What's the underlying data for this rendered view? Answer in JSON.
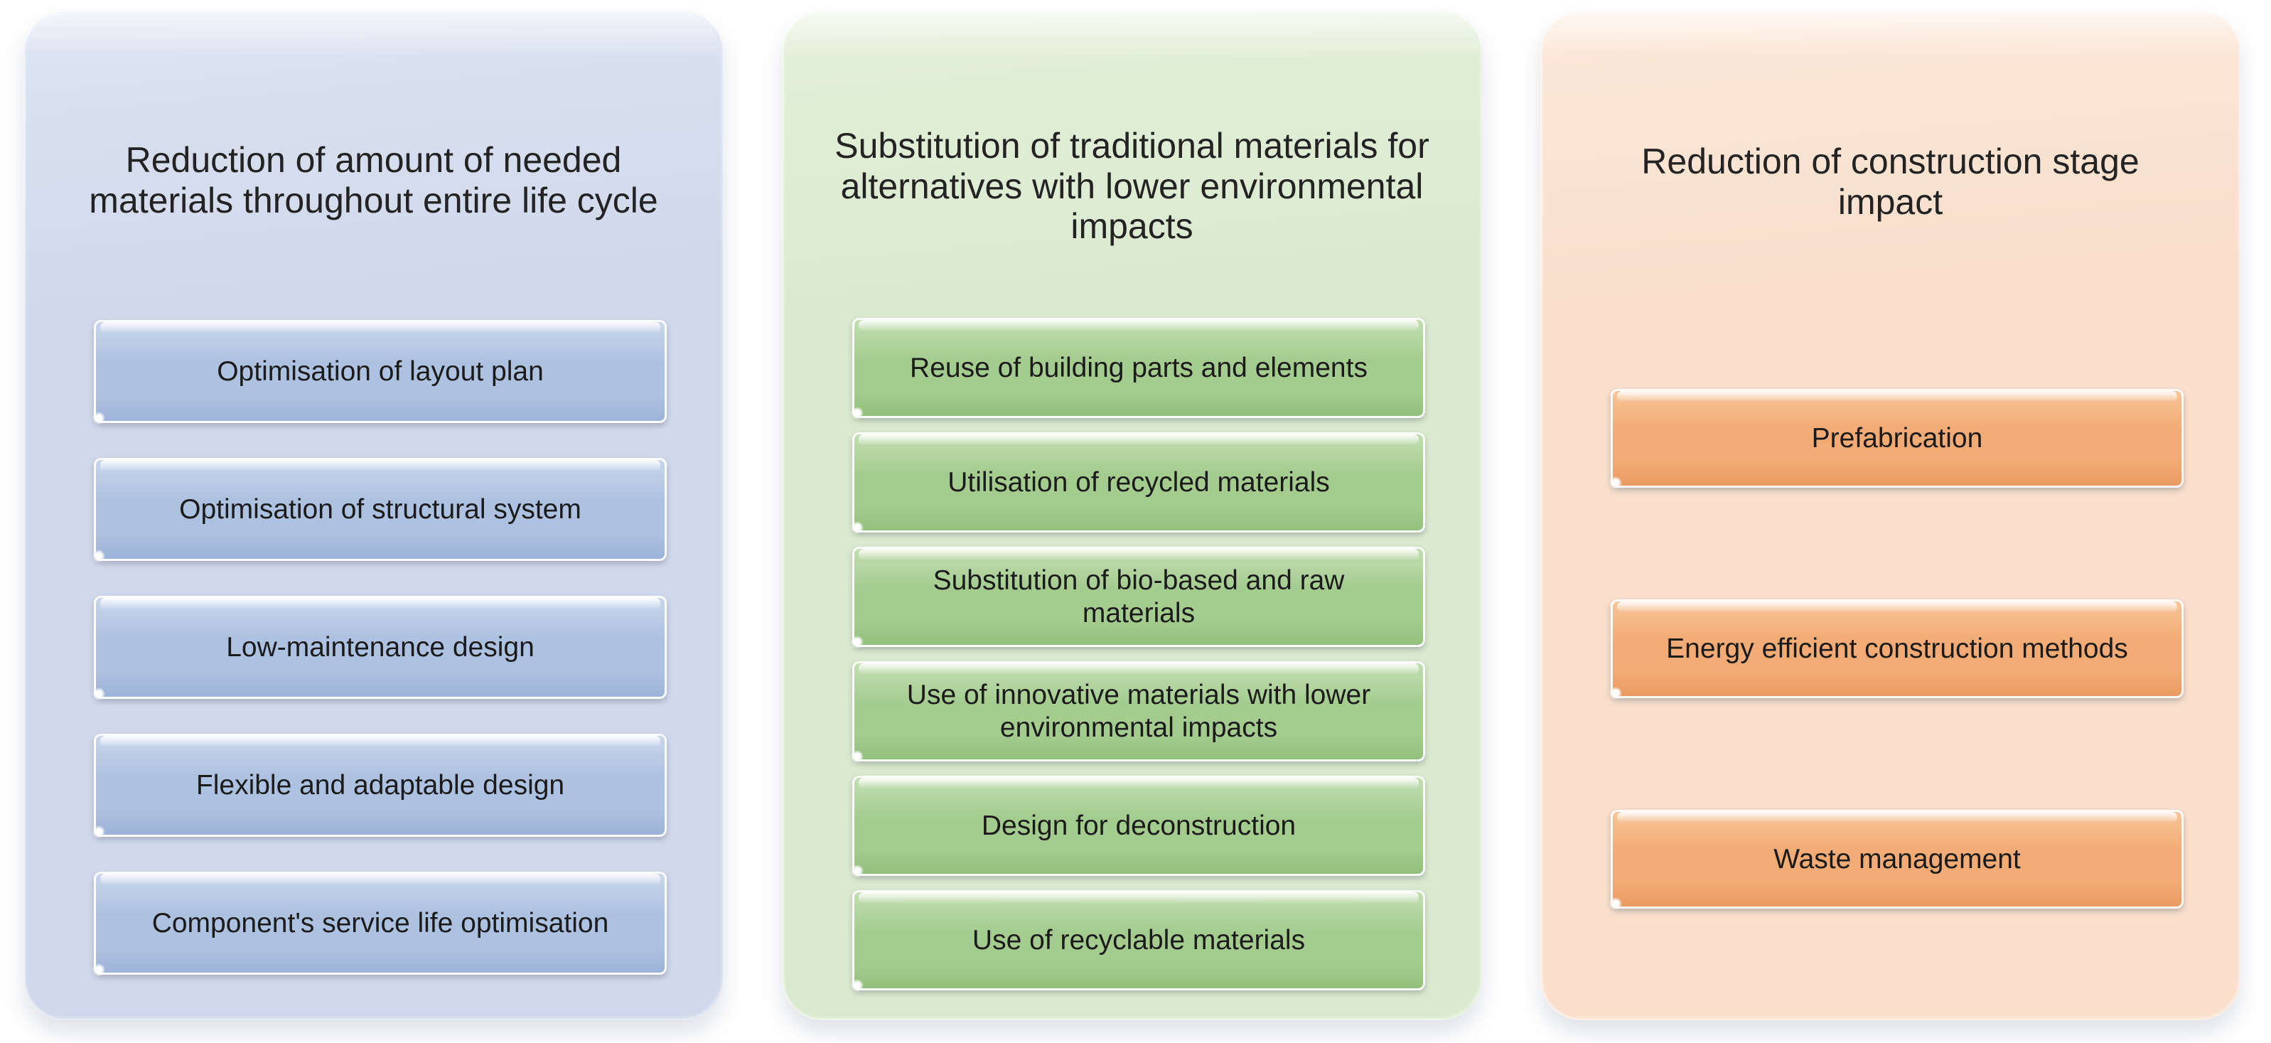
{
  "text_color": "#1b1b1b",
  "panels": [
    {
      "title": "Reduction of amount of needed materials throughout entire life cycle",
      "buttons": [
        "Optimisation of layout plan",
        "Optimisation of structural system",
        "Low-maintenance design",
        "Flexible and adaptable design",
        "Component's service life optimisation"
      ],
      "colors": {
        "panel_bg": "#d0d9eb",
        "panel_top": "#dde4f2",
        "button_light": "#c9d6ec",
        "button_main": "#adc1e0",
        "button_dark": "#9db3d8"
      }
    },
    {
      "title": "Substitution of traditional materials for alternatives with lower environmental impacts",
      "buttons": [
        "Reuse of building parts and elements",
        "Utilisation of recycled materials",
        "Substitution of bio-based and raw materials",
        "Use of innovative materials with lower environmental impacts",
        "Design for deconstruction",
        "Use of recyclable materials"
      ],
      "colors": {
        "panel_bg": "#daeacf",
        "panel_top": "#e4f0da",
        "button_light": "#c3deb2",
        "button_main": "#a4cc8f",
        "button_dark": "#92c07c"
      }
    },
    {
      "title": "Reduction of construction stage impact",
      "buttons": [
        "Prefabrication",
        "Energy efficient construction methods",
        "Waste management"
      ],
      "colors": {
        "panel_bg": "#f9dfcc",
        "panel_top": "#fbe8d9",
        "button_light": "#f7c497",
        "button_main": "#f2ab74",
        "button_dark": "#ea9b61"
      }
    }
  ]
}
